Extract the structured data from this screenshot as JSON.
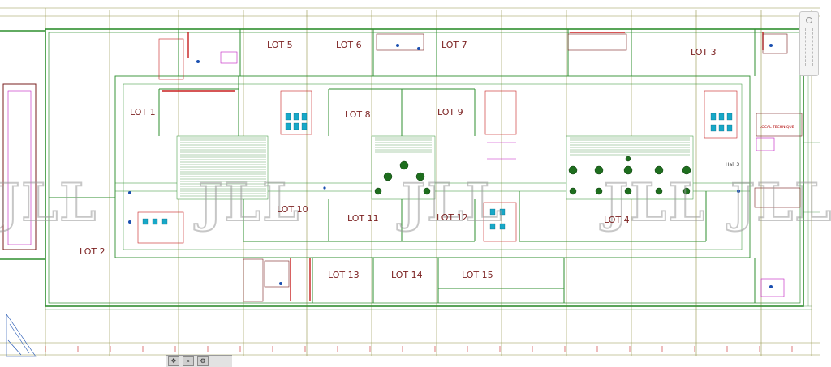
{
  "lots": [
    {
      "id": "lot-1",
      "label": "LOT 1"
    },
    {
      "id": "lot-2",
      "label": "LOT 2"
    },
    {
      "id": "lot-3",
      "label": "LOT 3"
    },
    {
      "id": "lot-4",
      "label": "LOT 4"
    },
    {
      "id": "lot-5",
      "label": "LOT 5"
    },
    {
      "id": "lot-6",
      "label": "LOT 6"
    },
    {
      "id": "lot-7",
      "label": "LOT 7"
    },
    {
      "id": "lot-8",
      "label": "LOT 8"
    },
    {
      "id": "lot-9",
      "label": "LOT 9"
    },
    {
      "id": "lot-10",
      "label": "LOT 10"
    },
    {
      "id": "lot-11",
      "label": "LOT 11"
    },
    {
      "id": "lot-12",
      "label": "LOT 12"
    },
    {
      "id": "lot-13",
      "label": "LOT 13"
    },
    {
      "id": "lot-14",
      "label": "LOT 14"
    },
    {
      "id": "lot-15",
      "label": "LOT 15"
    }
  ],
  "rooms": {
    "technical_room": "LOCAL TECHNIQUE",
    "hall": "Hall 3"
  },
  "watermark": "JLL",
  "colors": {
    "wall": "#2f8f2f",
    "structure": "#7a7a1a",
    "detail_red": "#c81e1e",
    "detail_blue": "#1a4fb0",
    "accent_magenta": "#c21bc2",
    "accent_cyan": "#17a8c8",
    "watermark": "#9a9a9a"
  },
  "viewer_toolbar": {
    "icons": [
      "pan-icon",
      "zoom-icon",
      "settings-icon"
    ]
  }
}
